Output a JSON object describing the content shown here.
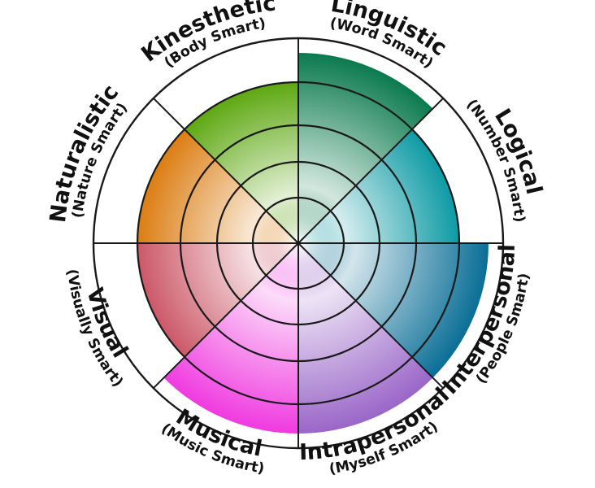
{
  "chart_data": {
    "type": "radial-bar",
    "rings": 5,
    "segments": [
      {
        "title": "Linguistic",
        "subtitle": "(Word Smart)",
        "level": 5,
        "color": "#0b7a4e"
      },
      {
        "title": "Logical",
        "subtitle": "(Number Smart)",
        "level": 4,
        "color": "#0d9aa4"
      },
      {
        "title": "Interpersonal",
        "subtitle": "(People Smart)",
        "level": 5,
        "color": "#0a6e96"
      },
      {
        "title": "Intrapersonal",
        "subtitle": "(Myself Smart)",
        "level": 5,
        "color": "#9a66c8"
      },
      {
        "title": "Musical",
        "subtitle": "(Music Smart)",
        "level": 5,
        "color": "#f03ae0"
      },
      {
        "title": "Visual",
        "subtitle": "(Visually Smart)",
        "level": 4,
        "color": "#cc5868"
      },
      {
        "title": "Naturalistic",
        "subtitle": "(Nature Smart)",
        "level": 4,
        "color": "#dc7d12"
      },
      {
        "title": "Kinesthetic",
        "subtitle": "(Body Smart)",
        "level": 4,
        "color": "#5ea812"
      }
    ]
  }
}
